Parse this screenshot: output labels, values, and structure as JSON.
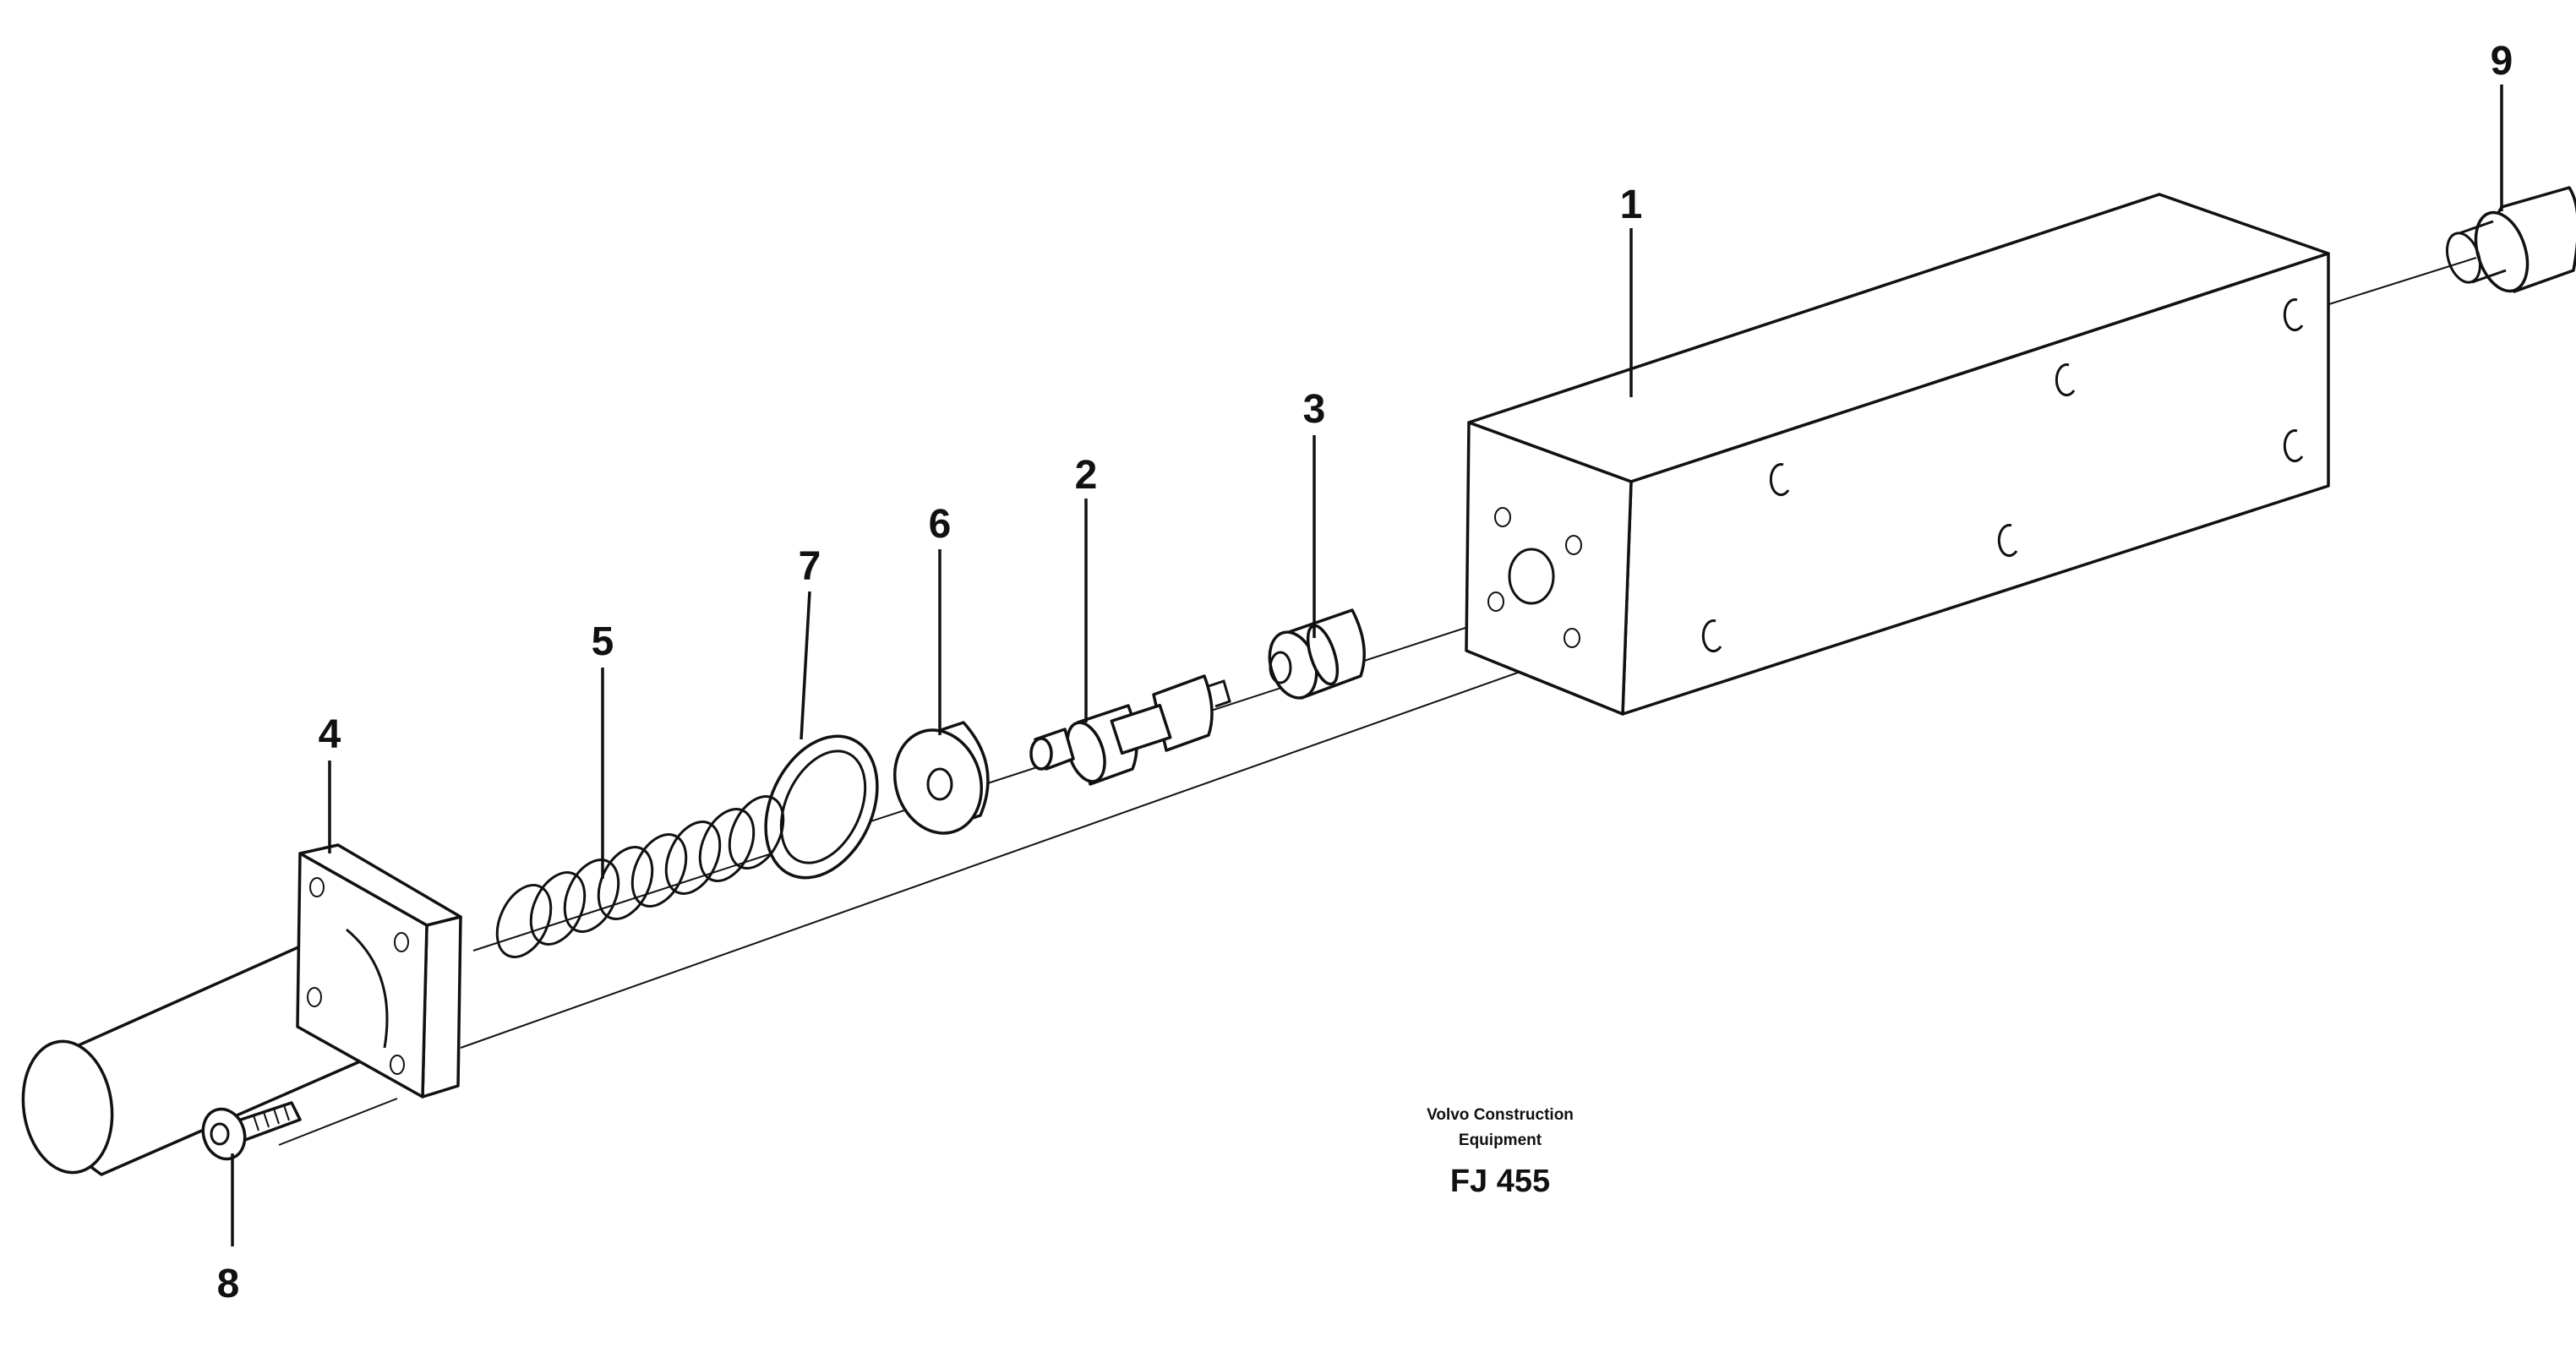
{
  "diagram": {
    "parts": [
      {
        "id": "1",
        "label": "1",
        "name": "valve-housing"
      },
      {
        "id": "2",
        "label": "2",
        "name": "valve-spool"
      },
      {
        "id": "3",
        "label": "3",
        "name": "valve-poppet"
      },
      {
        "id": "4",
        "label": "4",
        "name": "cover-cylinder"
      },
      {
        "id": "5",
        "label": "5",
        "name": "spring"
      },
      {
        "id": "6",
        "label": "6",
        "name": "washer"
      },
      {
        "id": "7",
        "label": "7",
        "name": "o-ring"
      },
      {
        "id": "8",
        "label": "8",
        "name": "screw"
      },
      {
        "id": "9",
        "label": "9",
        "name": "plug"
      }
    ],
    "caption": {
      "line1": "Volvo Construction",
      "line2": "Equipment",
      "code": "FJ 455"
    }
  }
}
